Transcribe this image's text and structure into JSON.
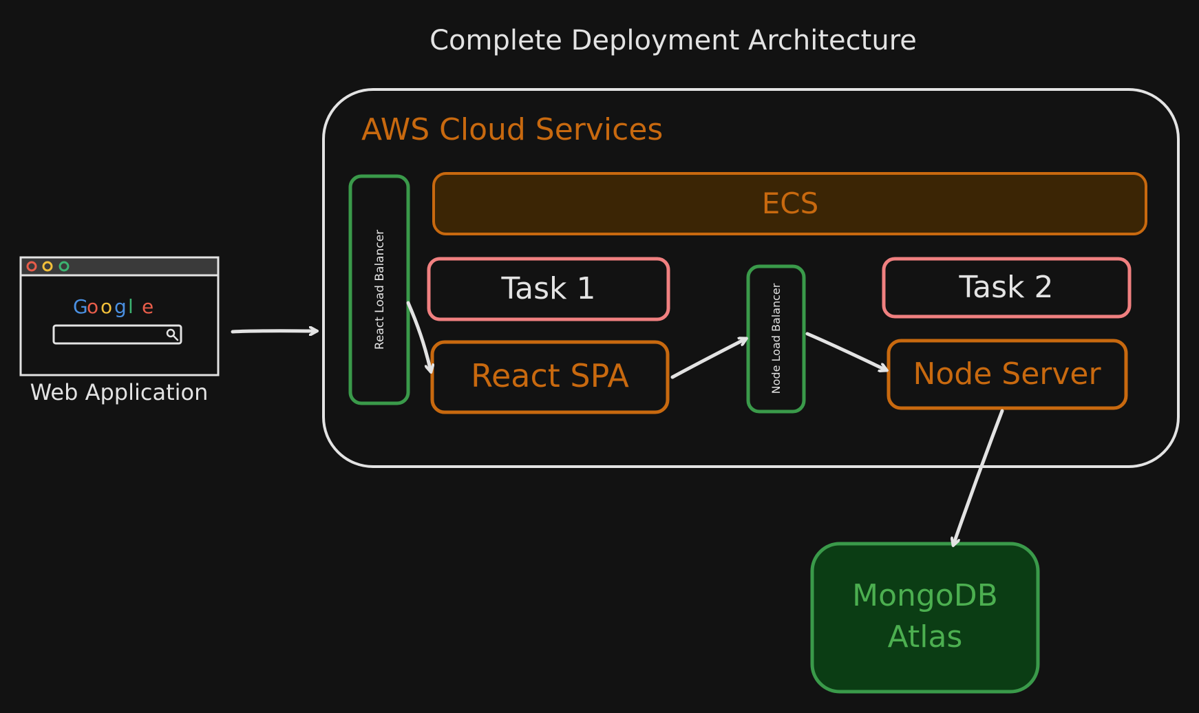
{
  "title": "Complete Deployment Architecture",
  "web_app": {
    "label": "Web Application",
    "brand": [
      "G",
      "o",
      "o",
      "g",
      "l",
      "e"
    ],
    "brand_colors": [
      "#4a90e2",
      "#e85d4a",
      "#f2c03a",
      "#4a90e2",
      "#3cb371",
      "#e85d4a"
    ]
  },
  "aws": {
    "title": "AWS Cloud Services",
    "ecs_label": "ECS",
    "react_lb_label": "React Load Balancer",
    "node_lb_label": "Node Load Balancer",
    "task1_label": "Task 1",
    "task2_label": "Task 2",
    "react_spa_label": "React SPA",
    "node_server_label": "Node Server"
  },
  "mongo": {
    "line1": "MongoDB",
    "line2": "Atlas"
  },
  "colors": {
    "background": "#121212",
    "stroke_light": "#e3e3e3",
    "orange": "#c8690f",
    "orange_fill": "#3b2505",
    "pink": "#f08080",
    "green": "#3a9a4a",
    "green_fill": "#0b3d14",
    "green_text": "#4caf50"
  }
}
